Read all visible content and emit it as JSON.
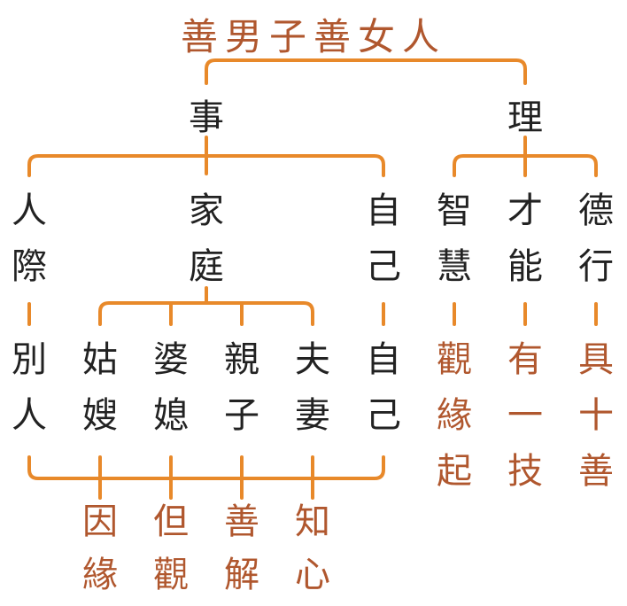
{
  "colors": {
    "line": "#e8892a",
    "dark_text": "#222222",
    "brown_text": "#b0572e"
  },
  "title": "善男子善女人",
  "level1": {
    "shi": "事",
    "li": "理"
  },
  "shi_branches": {
    "renji": [
      "人",
      "際"
    ],
    "jiating": [
      "家",
      "庭"
    ],
    "ziji": [
      "自",
      "己"
    ]
  },
  "li_branches": {
    "zhihui": [
      "智",
      "慧"
    ],
    "caineng": [
      "才",
      "能"
    ],
    "dexing": [
      "德",
      "行"
    ]
  },
  "family_roles": {
    "bieren": [
      "別",
      "人"
    ],
    "gusao": [
      "姑",
      "嫂"
    ],
    "poxi": [
      "婆",
      "媳"
    ],
    "qinzi": [
      "親",
      "子"
    ],
    "fuqi": [
      "夫",
      "妻"
    ],
    "ziji": [
      "自",
      "己"
    ]
  },
  "li_results": {
    "guanyuanqi": [
      "觀",
      "緣",
      "起"
    ],
    "youyiji": [
      "有",
      "一",
      "技"
    ],
    "jushishan": [
      "具",
      "十",
      "善"
    ]
  },
  "principles": {
    "yinyuan": [
      "因",
      "緣"
    ],
    "danguan": [
      "但",
      "觀"
    ],
    "shanjie": [
      "善",
      "解"
    ],
    "zhixin": [
      "知",
      "心"
    ]
  }
}
